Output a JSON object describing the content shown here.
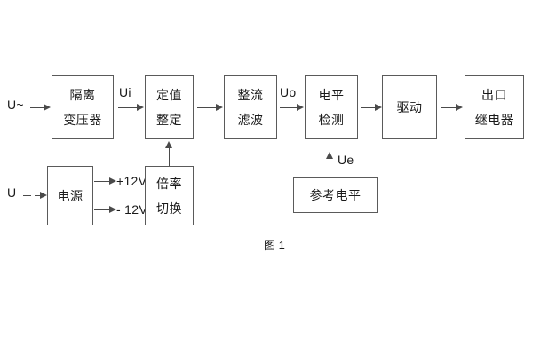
{
  "diagram": {
    "caption": "图 1",
    "blocks": [
      {
        "id": "isolation-transformer",
        "line1": "隔离",
        "line2": "变压器"
      },
      {
        "id": "setpoint-setting",
        "line1": "定值",
        "line2": "整定"
      },
      {
        "id": "rectifier-filter",
        "line1": "整流",
        "line2": "滤波"
      },
      {
        "id": "level-detection",
        "line1": "电平",
        "line2": "检测"
      },
      {
        "id": "driver",
        "line1": "驱动",
        "line2": ""
      },
      {
        "id": "output-relay",
        "line1": "出口",
        "line2": "继电器"
      },
      {
        "id": "power-supply",
        "line1": "电源",
        "line2": ""
      },
      {
        "id": "multiplier-switch",
        "line1": "倍率",
        "line2": "切换"
      },
      {
        "id": "reference-level",
        "line1": "参考电平",
        "line2": ""
      }
    ],
    "signals": {
      "input_ac": "U~",
      "ui": "Ui",
      "uo": "Uo",
      "ue": "Ue",
      "input_dc": "U",
      "rail_pos": "+12V",
      "rail_neg": "- 12V"
    },
    "colors": {
      "background": "#ffffff",
      "box_border": "#5a5a5a",
      "connector": "#4a4a4a",
      "text": "#1a1a1a"
    }
  }
}
